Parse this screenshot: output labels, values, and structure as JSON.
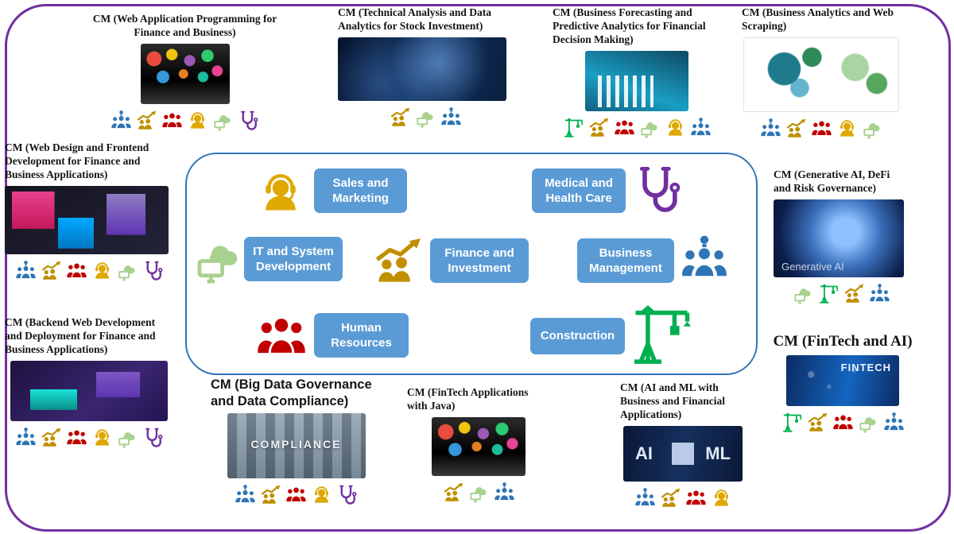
{
  "sectors": [
    {
      "id": "sales-marketing",
      "label": "Sales and Marketing",
      "color": "#DFA800"
    },
    {
      "id": "medical",
      "label": "Medical and Health Care",
      "color": "#7030A0"
    },
    {
      "id": "it-system",
      "label": "IT and System Development",
      "color": "#A9D18E"
    },
    {
      "id": "finance",
      "label": "Finance and Investment",
      "color": "#BF8F00"
    },
    {
      "id": "business-management",
      "label": "Business Management",
      "color": "#2E75B6"
    },
    {
      "id": "human-resources",
      "label": "Human Resources",
      "color": "#C00000"
    },
    {
      "id": "construction",
      "label": "Construction",
      "color": "#00B050"
    }
  ],
  "pill_color": "#5B9BD5",
  "frame_color": "#7030A0",
  "modules": [
    {
      "title": "CM (Web Application Programming for Finance and Business)",
      "sectors": [
        "business-management",
        "finance",
        "human-resources",
        "sales-marketing",
        "it-system",
        "medical"
      ]
    },
    {
      "title": "CM (Technical Analysis and Data Analytics for Stock Investment)",
      "sectors": [
        "finance",
        "it-system",
        "business-management"
      ]
    },
    {
      "title": "CM (Business Forecasting and Predictive Analytics for Financial Decision Making)",
      "sectors": [
        "construction",
        "finance",
        "human-resources",
        "it-system",
        "sales-marketing",
        "business-management"
      ]
    },
    {
      "title": "CM (Business Analytics and Web Scraping)",
      "sectors": [
        "business-management",
        "finance",
        "human-resources",
        "sales-marketing",
        "it-system"
      ]
    },
    {
      "title": "CM (Web Design and Frontend Development for Finance and Business Applications)",
      "sectors": [
        "business-management",
        "finance",
        "human-resources",
        "sales-marketing",
        "it-system",
        "medical"
      ]
    },
    {
      "title": "CM (Backend Web Development and Deployment for Finance and Business Applications)",
      "sectors": [
        "business-management",
        "finance",
        "human-resources",
        "sales-marketing",
        "it-system",
        "medical"
      ]
    },
    {
      "title": "CM (Generative AI, DeFi and Risk Governance)",
      "caption": "Generative AI",
      "sectors": [
        "it-system",
        "construction",
        "finance",
        "business-management"
      ]
    },
    {
      "title": "CM (FinTech and AI)",
      "caption": "FINTECH",
      "sectors": [
        "construction",
        "finance",
        "human-resources",
        "it-system",
        "business-management"
      ]
    },
    {
      "title": "CM (Big Data Governance and Data Compliance)",
      "caption": "COMPLIANCE",
      "sectors": [
        "business-management",
        "finance",
        "human-resources",
        "sales-marketing",
        "medical"
      ]
    },
    {
      "title": "CM (FinTech Applications with Java)",
      "sectors": [
        "finance",
        "it-system",
        "business-management"
      ]
    },
    {
      "title": "CM (AI and ML with Business and Financial Applications)",
      "caption_left": "AI",
      "caption_right": "ML",
      "sectors": [
        "business-management",
        "finance",
        "human-resources",
        "sales-marketing"
      ]
    }
  ]
}
